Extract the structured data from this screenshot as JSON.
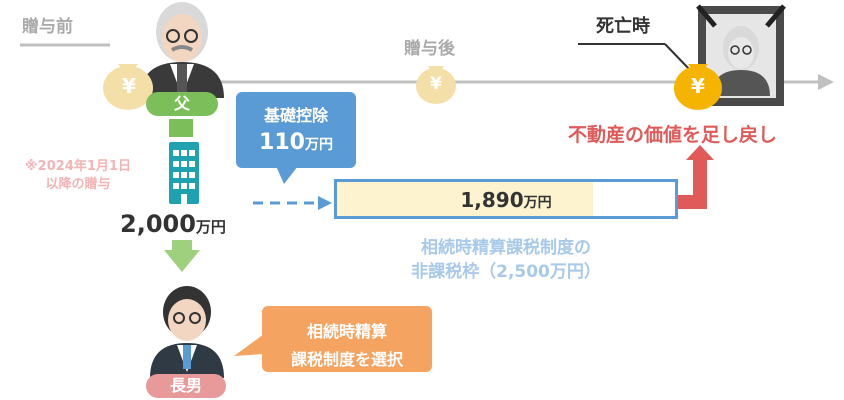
{
  "timeline": {
    "before_label": "贈与前",
    "after_label": "贈与後",
    "death_label": "死亡時",
    "yen_symbol": "¥"
  },
  "father": {
    "label": "父",
    "note_line1": "※2024年1月1日",
    "note_line2": "以降の贈与",
    "amount_value": "2,000",
    "amount_unit": "万円"
  },
  "deduction": {
    "title": "基礎控除",
    "value": "110",
    "unit": "万円"
  },
  "taxable": {
    "value": "1,890",
    "unit": "万円",
    "caption_line1": "相続時精算課税制度の",
    "caption_line2": "非課税枠（2,500万円）",
    "fill_fraction": 0.756
  },
  "revert_label": "不動産の価値を足し戻し",
  "son": {
    "label": "長男",
    "callout_line1": "相続時精算",
    "callout_line2": "課税制度を選択"
  },
  "colors": {
    "blue": "#5b9bd5",
    "green": "#7cbf5a",
    "teal": "#1ea2b0",
    "red": "#e05a5a",
    "orange": "#f4a460",
    "gold": "#f4b400",
    "beige": "#f5dfa8"
  }
}
